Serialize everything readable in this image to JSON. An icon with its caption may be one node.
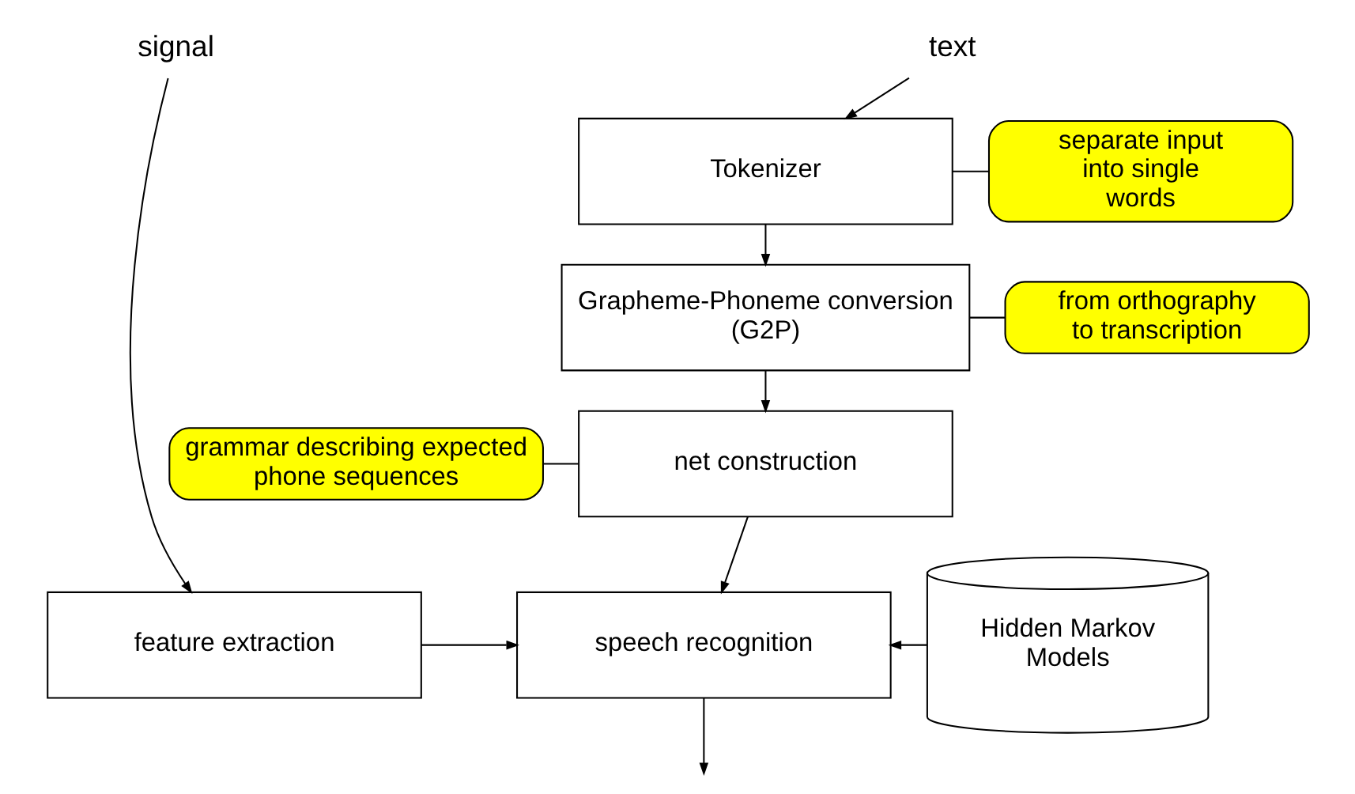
{
  "diagram": {
    "nodes": [
      {
        "text": [
          "signal"
        ]
      },
      {
        "text": [
          "text"
        ]
      },
      {
        "text": [
          "Tokenizer"
        ]
      },
      {
        "text": [
          "Grapheme-Phoneme conversion (G2P)"
        ]
      },
      {
        "text": [
          "net construction"
        ]
      },
      {
        "text": [
          "feature extraction"
        ]
      },
      {
        "text": [
          "speech recognition"
        ]
      },
      {
        "text": [
          "Hidden Markov Models"
        ]
      },
      {
        "text": [
          "separate input into single words"
        ]
      },
      {
        "text": [
          "from orthography to transcription"
        ]
      },
      {
        "text": [
          "grammar describing expected phone sequences"
        ]
      }
    ],
    "edges": [
      {
        "from": 1,
        "to": 2,
        "arrow": "to"
      },
      {
        "from": 2,
        "to": 3,
        "arrow": "to"
      },
      {
        "from": 3,
        "to": 4,
        "arrow": "to"
      },
      {
        "from": 4,
        "to": 6,
        "arrow": "to"
      },
      {
        "from": 0,
        "to": 5,
        "arrow": "to"
      },
      {
        "from": 5,
        "to": 6,
        "arrow": "to"
      },
      {
        "from": 7,
        "to": 6,
        "arrow": "to"
      },
      {
        "from": 6,
        "to": null,
        "arrow": "to"
      },
      {
        "from": 8,
        "to": 2,
        "arrow": "none"
      },
      {
        "from": 9,
        "to": 3,
        "arrow": "none"
      },
      {
        "from": 10,
        "to": 4,
        "arrow": "none"
      }
    ]
  }
}
